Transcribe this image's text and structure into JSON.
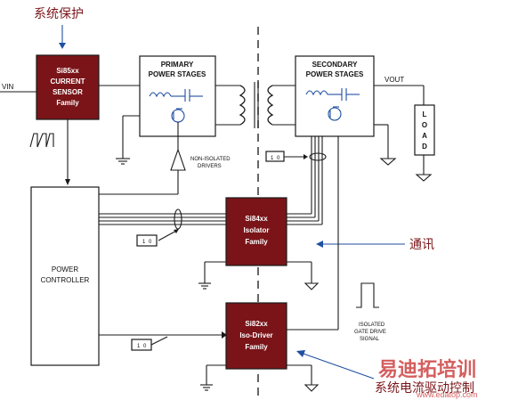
{
  "annotations": {
    "sensor_cn": "系统保护",
    "comm_cn": "通讯",
    "driver_cn": "系统电流驱动控制"
  },
  "watermark": {
    "text": "易迪拓培训",
    "url": "www.edatop.com",
    "color": "#c62828"
  },
  "blocks": {
    "si85": [
      "Si85xx",
      "CURRENT",
      "SENSOR",
      "Family"
    ],
    "primary": [
      "PRIMARY",
      "POWER STAGES"
    ],
    "secondary": [
      "SECONDARY",
      "POWER STAGES"
    ],
    "controller": [
      "POWER",
      "CONTROLLER"
    ],
    "si84": [
      "Si84xx",
      "Isolator",
      "Family"
    ],
    "si82": [
      "Si82xx",
      "Iso-Driver",
      "Family"
    ],
    "load": [
      "L",
      "O",
      "A",
      "D"
    ]
  },
  "labels": {
    "vin": "VIN",
    "vout": "VOUT",
    "non_isolated": [
      "NON-ISOLATED",
      "DRIVERS"
    ],
    "isolated_gate": [
      "ISOLATED",
      "GATE DRIVE",
      "SIGNAL"
    ],
    "pulse_digit": "1",
    "pulse_zero": "0"
  },
  "colors": {
    "block_dark": "#7a1418",
    "annotation_blue": "#1f4fa0",
    "chinese_text": "#7a1418"
  }
}
